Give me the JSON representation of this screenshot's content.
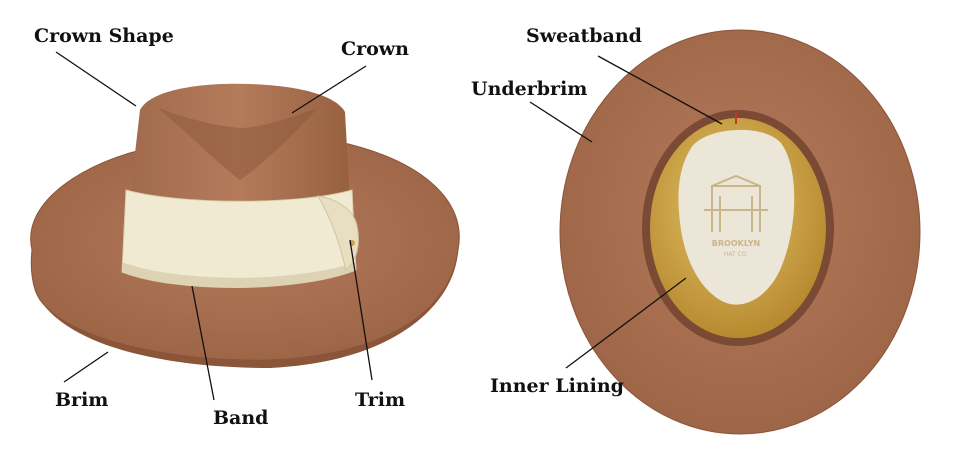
{
  "labels": {
    "crown_shape": "Crown Shape",
    "crown": "Crown",
    "brim": "Brim",
    "band": "Band",
    "trim": "Trim",
    "sweatband": "Sweatband",
    "underbrim": "Underbrim",
    "inner_lining": "Inner Lining"
  },
  "logo_text": {
    "line1": "BROOKLYN",
    "line2": "HAT CO."
  },
  "colors": {
    "felt": "#a8704f",
    "felt_dark": "#8e5a3c",
    "felt_light": "#b98063",
    "band": "#f1ead3",
    "band_shadow": "#ddd3b4",
    "lining_gold": "#c9a34a",
    "lining_light": "#ece6d8",
    "logo": "#c8b688",
    "leader": "#111111"
  }
}
